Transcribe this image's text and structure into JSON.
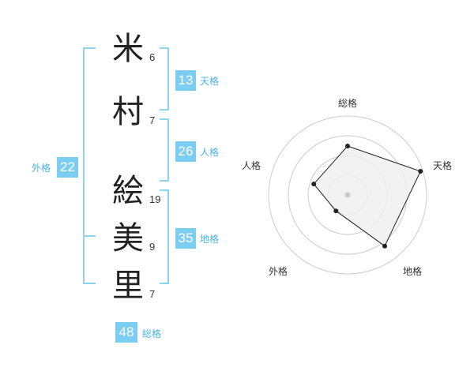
{
  "name": {
    "chars": [
      {
        "char": "米",
        "strokes": "6"
      },
      {
        "char": "村",
        "strokes": "7"
      },
      {
        "char": "絵",
        "strokes": "19"
      },
      {
        "char": "美",
        "strokes": "9"
      },
      {
        "char": "里",
        "strokes": "7"
      }
    ]
  },
  "fortunes": {
    "tenkaku": {
      "value": "13",
      "label": "天格"
    },
    "jinkaku": {
      "value": "26",
      "label": "人格"
    },
    "chikaku": {
      "value": "35",
      "label": "地格"
    },
    "gaikaku": {
      "value": "22",
      "label": "外格"
    },
    "soukaku": {
      "value": "48",
      "label": "総格"
    }
  },
  "radar": {
    "axes": [
      "総格",
      "天格",
      "地格",
      "外格",
      "人格"
    ],
    "values": [
      0.62,
      0.97,
      0.8,
      0.25,
      0.45
    ],
    "rings": 4,
    "colors": {
      "grid": "#cccccc",
      "fill": "#f0f0f0",
      "line": "#222222",
      "point": "#222222",
      "center": "#cccccc"
    }
  },
  "colors": {
    "accent": "#7ccdf2",
    "accent_text": "#4ab4e6",
    "bracket": "#8fd2f4"
  }
}
